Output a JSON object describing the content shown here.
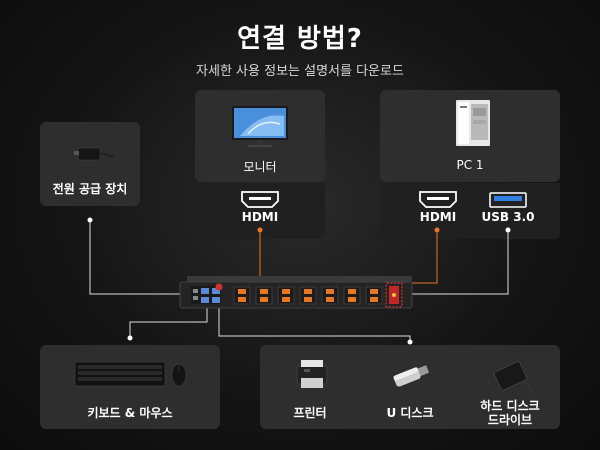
{
  "header": {
    "title": "연결 방법?",
    "subtitle": "자세한 사용 정보는 설명서를 다운로드"
  },
  "devices": {
    "power": "전원 공급 장치",
    "monitor": "모니터",
    "monitor_port": "HDMI",
    "pc": "PC 1",
    "pc_port_hdmi": "HDMI",
    "pc_port_usb": "USB 3.0",
    "keyboard": "키보드 & 마우스",
    "printer": "프린터",
    "udisk": "U 디스크",
    "hdd_line1": "하드 디스크",
    "hdd_line2": "드라이브"
  },
  "colors": {
    "accent_orange": "#e87722",
    "card": "#2e2e2e",
    "card_dark": "#202020",
    "line": "#dddddd"
  }
}
